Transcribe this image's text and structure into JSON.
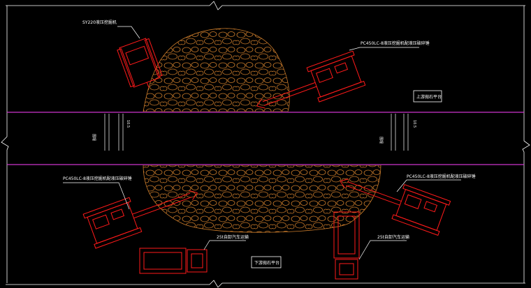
{
  "colors": {
    "background": "#000000",
    "frame": "#ffffff",
    "centerline": "#cc33cc",
    "equipment": "#ff1a1a",
    "rock": "#c87a2a",
    "label": "#ffffff"
  },
  "labels": {
    "top_left_machine": "SY220液压挖掘机",
    "top_right_machine": "PC450LC-8液压挖掘机配液压破碎锤",
    "top_box": "上游抛石平台",
    "bottom_left_machine": "PC450LC-8液压挖掘机配液压破碎锤",
    "bottom_right_machine": "PC450LC-8液压挖掘机配液压破碎锤",
    "bottom_truck_left": "25t自卸汽车运输",
    "bottom_truck_right": "25t自卸汽车运输",
    "bottom_box": "下游抛石平台",
    "left_dim_label": "围堰",
    "left_dim_value": "10.5",
    "right_dim_label": "围堰",
    "right_dim_value": "10.5"
  },
  "icons": [
    "excavator-icon",
    "breaker-excavator-icon",
    "dump-truck-icon",
    "rock-fill-pattern"
  ]
}
